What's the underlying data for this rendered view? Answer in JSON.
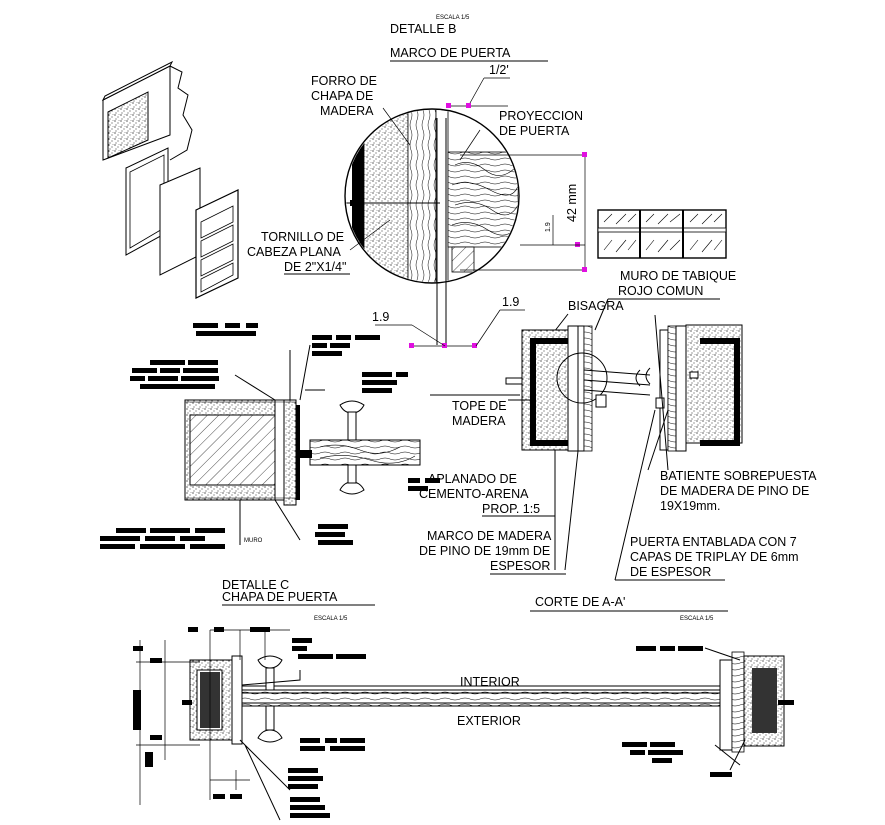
{
  "detalle_b": {
    "escala": "ESCALA 1/5",
    "title": "DETALLE B",
    "subtitle": "MARCO DE PUERTA"
  },
  "labels": {
    "dim_half_inch": "1/2'",
    "forro_1": "FORRO DE",
    "forro_2": "CHAPA DE",
    "forro_3": "MADERA",
    "proyeccion_1": "PROYECCION",
    "proyeccion_2": "DE PUERTA",
    "dim_42mm": "42 mm",
    "dim_19_vertical": "1.9",
    "tornillo_1": "TORNILLO DE",
    "tornillo_2": "CABEZA PLANA",
    "tornillo_3": "DE 2\"X1/4\"",
    "muro_1": "MURO DE TABIQUE",
    "muro_2": "ROJO COMUN",
    "dim_19_left": "1.9",
    "dim_19_right": "1.9",
    "bisagra": "BISAGRA",
    "tope_1": "TOPE DE",
    "tope_2": "MADERA",
    "aplanado_1": "APLANADO DE",
    "aplanado_2": "CEMENTO-ARENA",
    "aplanado_3": "PROP. 1:5",
    "marco_1": "MARCO DE MADERA",
    "marco_2": "DE PINO DE 19mm DE",
    "marco_3": "ESPESOR",
    "batiente_1": "BATIENTE SOBREPUESTA",
    "batiente_2": "DE MADERA DE PINO DE",
    "batiente_3": "19X19mm.",
    "puerta_1": "PUERTA ENTABLADA CON 7",
    "puerta_2": "CAPAS DE TRIPLAY DE 6mm",
    "puerta_3": "DE ESPESOR",
    "muro_small": "MURO"
  },
  "detalle_c": {
    "title": "DETALLE C",
    "subtitle": "CHAPA DE PUERTA",
    "escala": "ESCALA 1/5"
  },
  "corte": {
    "title": "CORTE DE A-A'",
    "escala": "ESCALA 1/5",
    "interior": "INTERIOR",
    "exterior": "EXTERIOR"
  }
}
